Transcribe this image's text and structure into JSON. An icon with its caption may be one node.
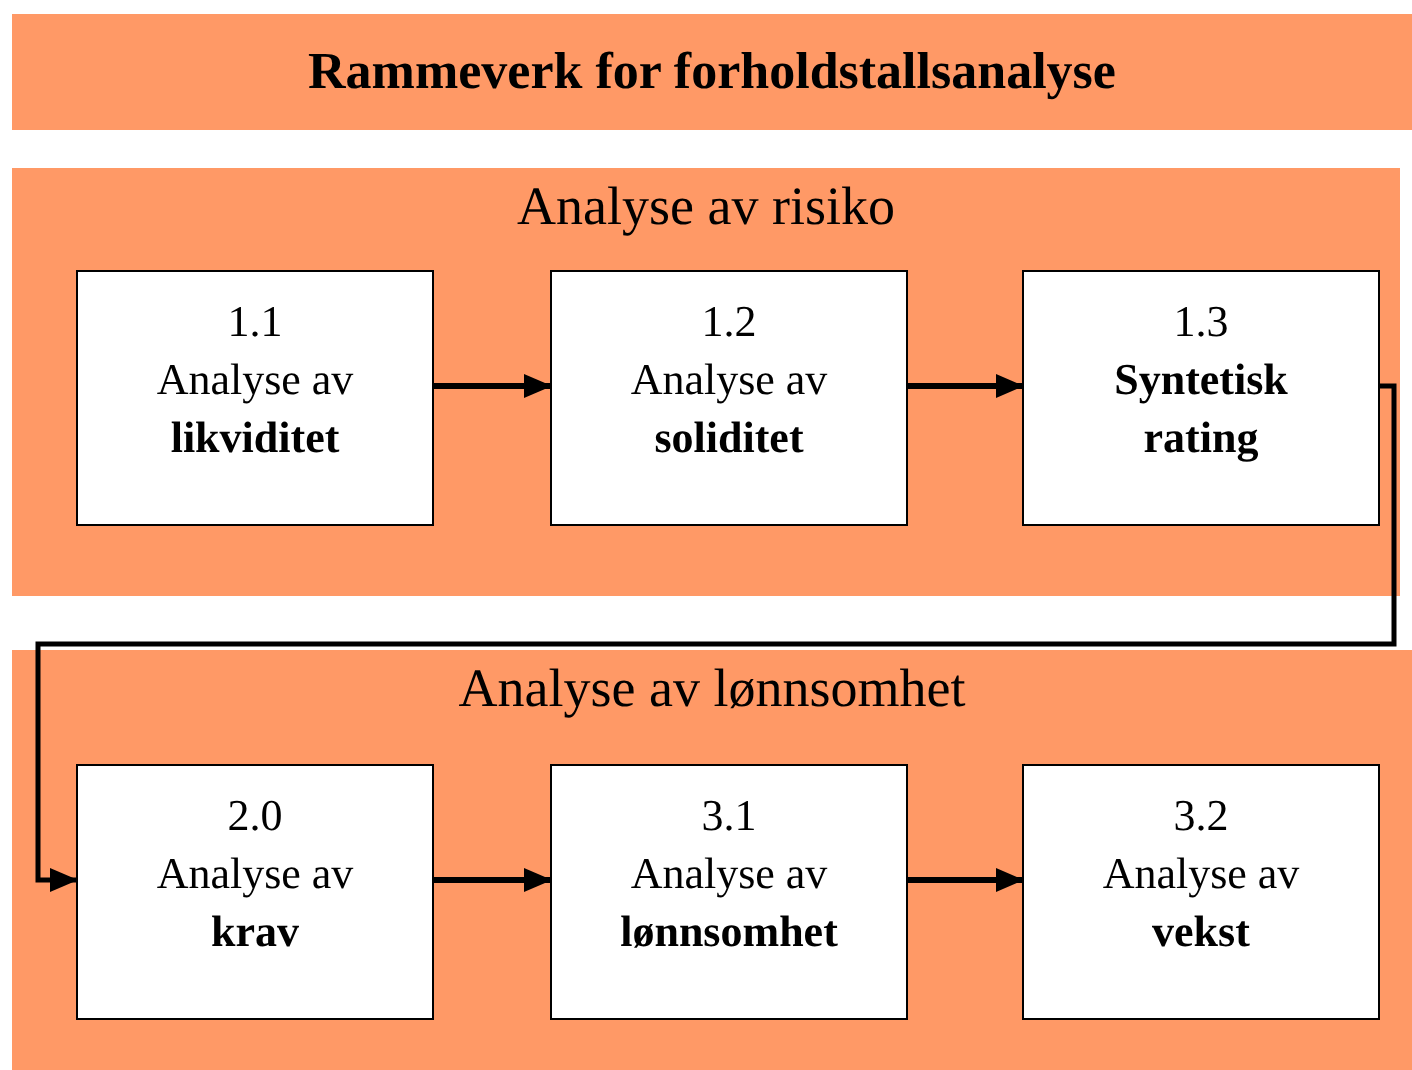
{
  "diagram": {
    "title": "Rammeverk for forholdstallsanalyse",
    "nodes": [
      {
        "text": [
          "Analyse av risiko"
        ]
      },
      {
        "text": [
          "1.1",
          "Analyse av **likviditet**"
        ],
        "in": 0
      },
      {
        "text": [
          "1.2",
          "Analyse av **soliditet**"
        ],
        "in": 0
      },
      {
        "text": [
          "1.3",
          "**Syntetisk rating**"
        ],
        "in": 0
      },
      {
        "text": [
          "Analyse av lønnsomhet"
        ]
      },
      {
        "text": [
          "2.0",
          "Analyse av **krav**"
        ],
        "in": 4
      },
      {
        "text": [
          "3.1",
          "Analyse av **lønnsomhet**"
        ],
        "in": 4
      },
      {
        "text": [
          "3.2",
          "Analyse av **vekst**"
        ],
        "in": 4
      }
    ],
    "edges": [
      {
        "from": 1,
        "to": 2,
        "arrow": "to"
      },
      {
        "from": 2,
        "to": 3,
        "arrow": "to"
      },
      {
        "from": 3,
        "to": 5,
        "arrow": "to"
      },
      {
        "from": 5,
        "to": 6,
        "arrow": "to"
      },
      {
        "from": 6,
        "to": 7,
        "arrow": "to"
      }
    ]
  }
}
